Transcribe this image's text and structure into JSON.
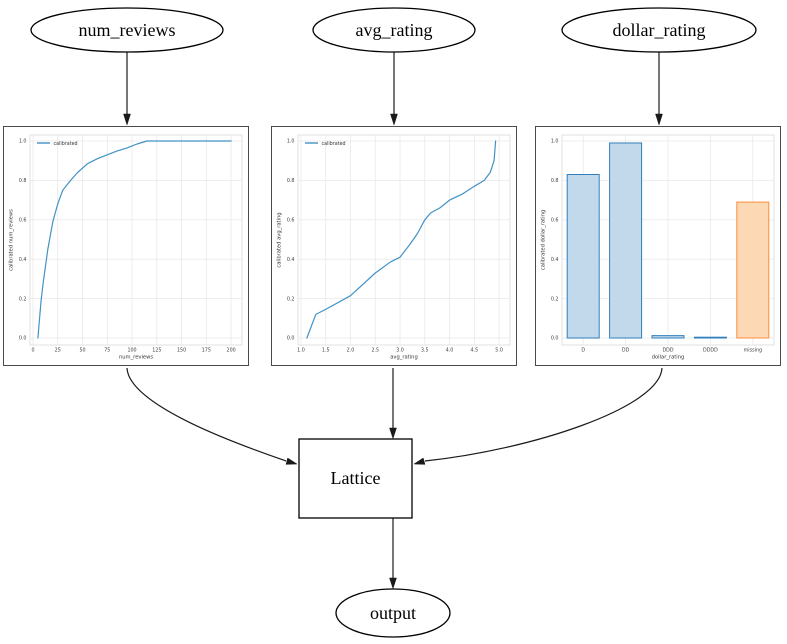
{
  "diagram": {
    "nodes": [
      {
        "id": "num_reviews",
        "label": "num_reviews",
        "shape": "ellipse"
      },
      {
        "id": "avg_rating",
        "label": "avg_rating",
        "shape": "ellipse"
      },
      {
        "id": "dollar_rating",
        "label": "dollar_rating",
        "shape": "ellipse"
      },
      {
        "id": "lattice",
        "label": "Lattice",
        "shape": "box"
      },
      {
        "id": "output",
        "label": "output",
        "shape": "ellipse"
      }
    ],
    "edges": [
      {
        "from": "num_reviews",
        "to": "calibrator_num_reviews"
      },
      {
        "from": "avg_rating",
        "to": "calibrator_avg_rating"
      },
      {
        "from": "dollar_rating",
        "to": "calibrator_dollar_rating"
      },
      {
        "from": "calibrator_num_reviews",
        "to": "Lattice"
      },
      {
        "from": "calibrator_avg_rating",
        "to": "Lattice"
      },
      {
        "from": "calibrator_dollar_rating",
        "to": "Lattice"
      },
      {
        "from": "Lattice",
        "to": "output"
      }
    ]
  },
  "colors": {
    "line_blue": "#4292c6",
    "bar_blue_fill": "#c2d9ec",
    "bar_blue_edge": "#2f7fbc",
    "bar_orange_fill": "#fdd8b4",
    "bar_orange_edge": "#fd8d3c",
    "grid": "#e9e9e9",
    "plot_border": "#e2e2e2",
    "tick_text": "#3c3c3c",
    "label_text": "#333333"
  },
  "chart_data": [
    {
      "type": "line",
      "title": "",
      "xlabel": "num_reviews",
      "ylabel": "calibrated num_reviews",
      "legend": {
        "position": "upper-left",
        "entries": [
          "calibrated"
        ]
      },
      "grid": true,
      "xlim": [
        -3,
        211
      ],
      "ylim": [
        -0.0355,
        1.0305
      ],
      "xticks": [
        "0",
        "25",
        "50",
        "75",
        "100",
        "125",
        "150",
        "175",
        "200"
      ],
      "yticks": [
        "0.0",
        "0.2",
        "0.4",
        "0.6",
        "0.8",
        "1.0"
      ],
      "series": [
        {
          "name": "calibrated",
          "x": [
            5,
            8,
            10,
            15,
            20,
            25,
            30,
            38,
            45,
            55,
            65,
            75,
            85,
            95,
            105,
            115,
            125,
            150,
            175,
            200
          ],
          "y": [
            0.0,
            0.18,
            0.27,
            0.45,
            0.59,
            0.68,
            0.75,
            0.8,
            0.84,
            0.885,
            0.91,
            0.93,
            0.95,
            0.965,
            0.985,
            1.0,
            1.0,
            1.0,
            1.0,
            1.0
          ]
        }
      ]
    },
    {
      "type": "line",
      "title": "",
      "xlabel": "avg_rating",
      "ylabel": "calibrated avg_rating",
      "legend": {
        "position": "upper-left",
        "entries": [
          "calibrated"
        ]
      },
      "grid": true,
      "xlim": [
        0.94,
        5.22
      ],
      "ylim": [
        -0.0355,
        1.0305
      ],
      "xticks": [
        "1.0",
        "1.5",
        "2.0",
        "2.5",
        "3.0",
        "3.5",
        "4.0",
        "4.5",
        "5.0"
      ],
      "yticks": [
        "0.0",
        "0.2",
        "0.4",
        "0.6",
        "0.8",
        "1.0"
      ],
      "series": [
        {
          "name": "calibrated",
          "x": [
            1.12,
            1.3,
            1.5,
            2.0,
            2.5,
            2.8,
            3.0,
            3.2,
            3.35,
            3.5,
            3.62,
            3.8,
            4.0,
            4.25,
            4.5,
            4.7,
            4.82,
            4.9,
            4.93
          ],
          "y": [
            0.0,
            0.12,
            0.145,
            0.215,
            0.33,
            0.385,
            0.41,
            0.475,
            0.53,
            0.6,
            0.635,
            0.66,
            0.7,
            0.73,
            0.77,
            0.8,
            0.84,
            0.9,
            1.0
          ]
        }
      ]
    },
    {
      "type": "bar",
      "title": "",
      "xlabel": "dollar_rating",
      "ylabel": "calibrated dollar_rating",
      "grid": true,
      "ylim": [
        -0.0355,
        1.0305
      ],
      "yticks": [
        "0.0",
        "0.2",
        "0.4",
        "0.6",
        "0.8",
        "1.0"
      ],
      "categories": [
        "D",
        "DD",
        "DDD",
        "DDDD",
        "missing"
      ],
      "values": [
        0.83,
        0.99,
        0.012,
        0.004,
        0.69
      ],
      "bar_styles": [
        "blue",
        "blue",
        "blue",
        "blue",
        "orange"
      ]
    }
  ]
}
